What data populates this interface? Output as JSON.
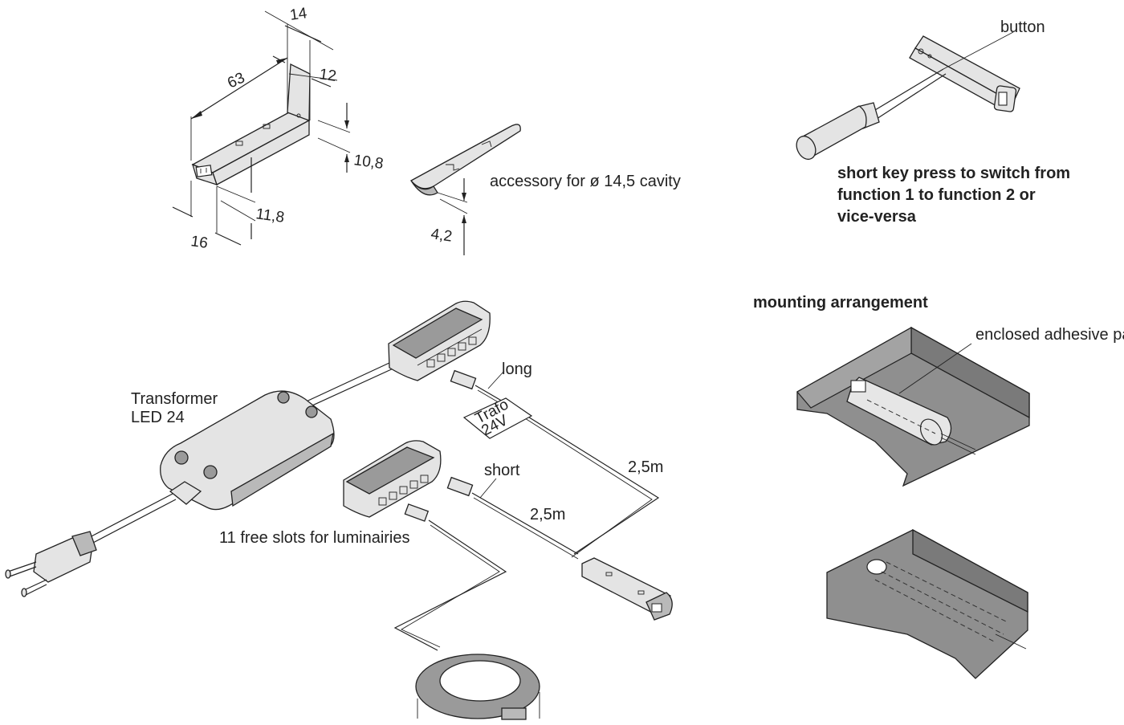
{
  "dimensions": {
    "d14": "14",
    "d63": "63",
    "d12": "12",
    "d10_8": "10,8",
    "d11_8": "11,8",
    "d16": "16",
    "d4_2": "4,2"
  },
  "accessory_label": "accessory for ø 14,5 cavity",
  "button_label": "button",
  "instruction_lines": [
    "short key press to switch from",
    "function 1 to function 2 or",
    "vice-versa"
  ],
  "mounting_heading": "mounting arrangement",
  "adhesive_label": "enclosed adhesive pad",
  "transformer_lines": [
    "Transformer",
    "LED 24"
  ],
  "long_label": "long",
  "short_label": "short",
  "trafo_lines": [
    "Trafo",
    "24V"
  ],
  "cable_long_length": "2,5m",
  "cable_short_length": "2,5m",
  "free_slots_label": "11 free slots for luminairies"
}
